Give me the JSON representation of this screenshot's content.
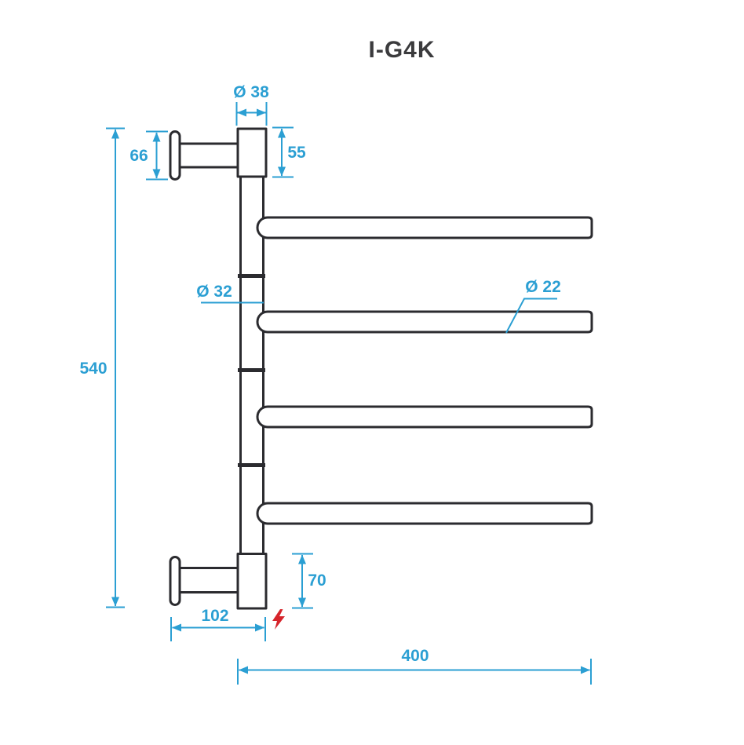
{
  "title": "I-G4K",
  "colors": {
    "dimension": "#2b9fd3",
    "drawing": "#2b2b2f",
    "electric": "#d6242b",
    "background": "#ffffff",
    "title_color": "#3b3b3d"
  },
  "diagram": {
    "type": "technical-dimension-drawing",
    "subject": "wall-mounted swivel towel rail with 4 bars",
    "bar_count": 4
  },
  "dimensions": {
    "head_width": "Ø 38",
    "head_height": "55",
    "mount_height": "66",
    "total_height": "540",
    "post_diameter": "Ø 32",
    "bar_diameter": "Ø 22",
    "base_height": "70",
    "wall_offset": "102",
    "bar_length": "400"
  },
  "icons": {
    "electric_symbol": "lightning-bolt"
  }
}
